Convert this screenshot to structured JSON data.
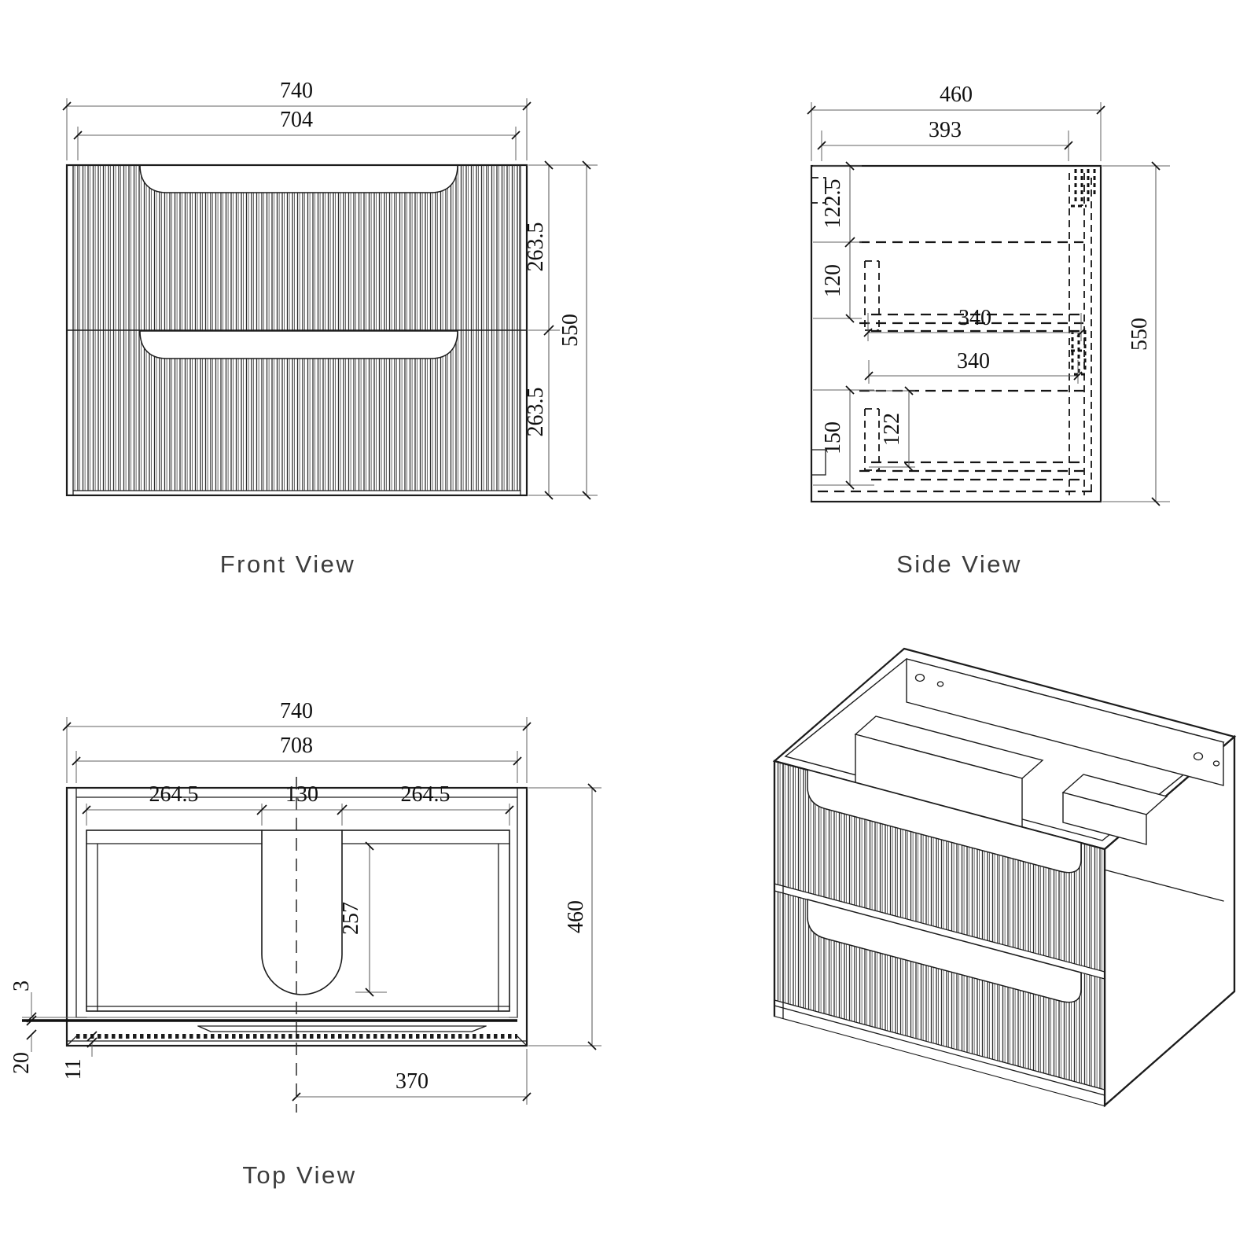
{
  "sheet": {
    "background_color": "#ffffff",
    "line_color": "#1c1c1c",
    "label_color": "#3c3c3c"
  },
  "labels": {
    "front_view": "Front View",
    "side_view": "Side View",
    "top_view": "Top View"
  },
  "front_view": {
    "overall_width": "740",
    "recess_width": "704",
    "top_drawer_height": "263.5",
    "bottom_drawer_height": "263.5",
    "overall_height": "550"
  },
  "side_view": {
    "overall_depth": "460",
    "internal_depth": "393",
    "top_section_height": "122.5",
    "top_drawer_internal_height": "120",
    "top_drawer_depth": "340",
    "bottom_drawer_depth": "340",
    "bottom_section_height": "150",
    "bottom_drawer_internal_height": "122",
    "overall_height": "550"
  },
  "top_view": {
    "overall_width": "740",
    "internal_width": "708",
    "left_to_cutout": "264.5",
    "cutout_width": "130",
    "cutout_to_right": "264.5",
    "cutout_depth": "257",
    "overall_depth": "460",
    "centre_to_right": "370",
    "front_edge_gap": "3",
    "front_rail_depth": "20",
    "front_inset": "11"
  }
}
